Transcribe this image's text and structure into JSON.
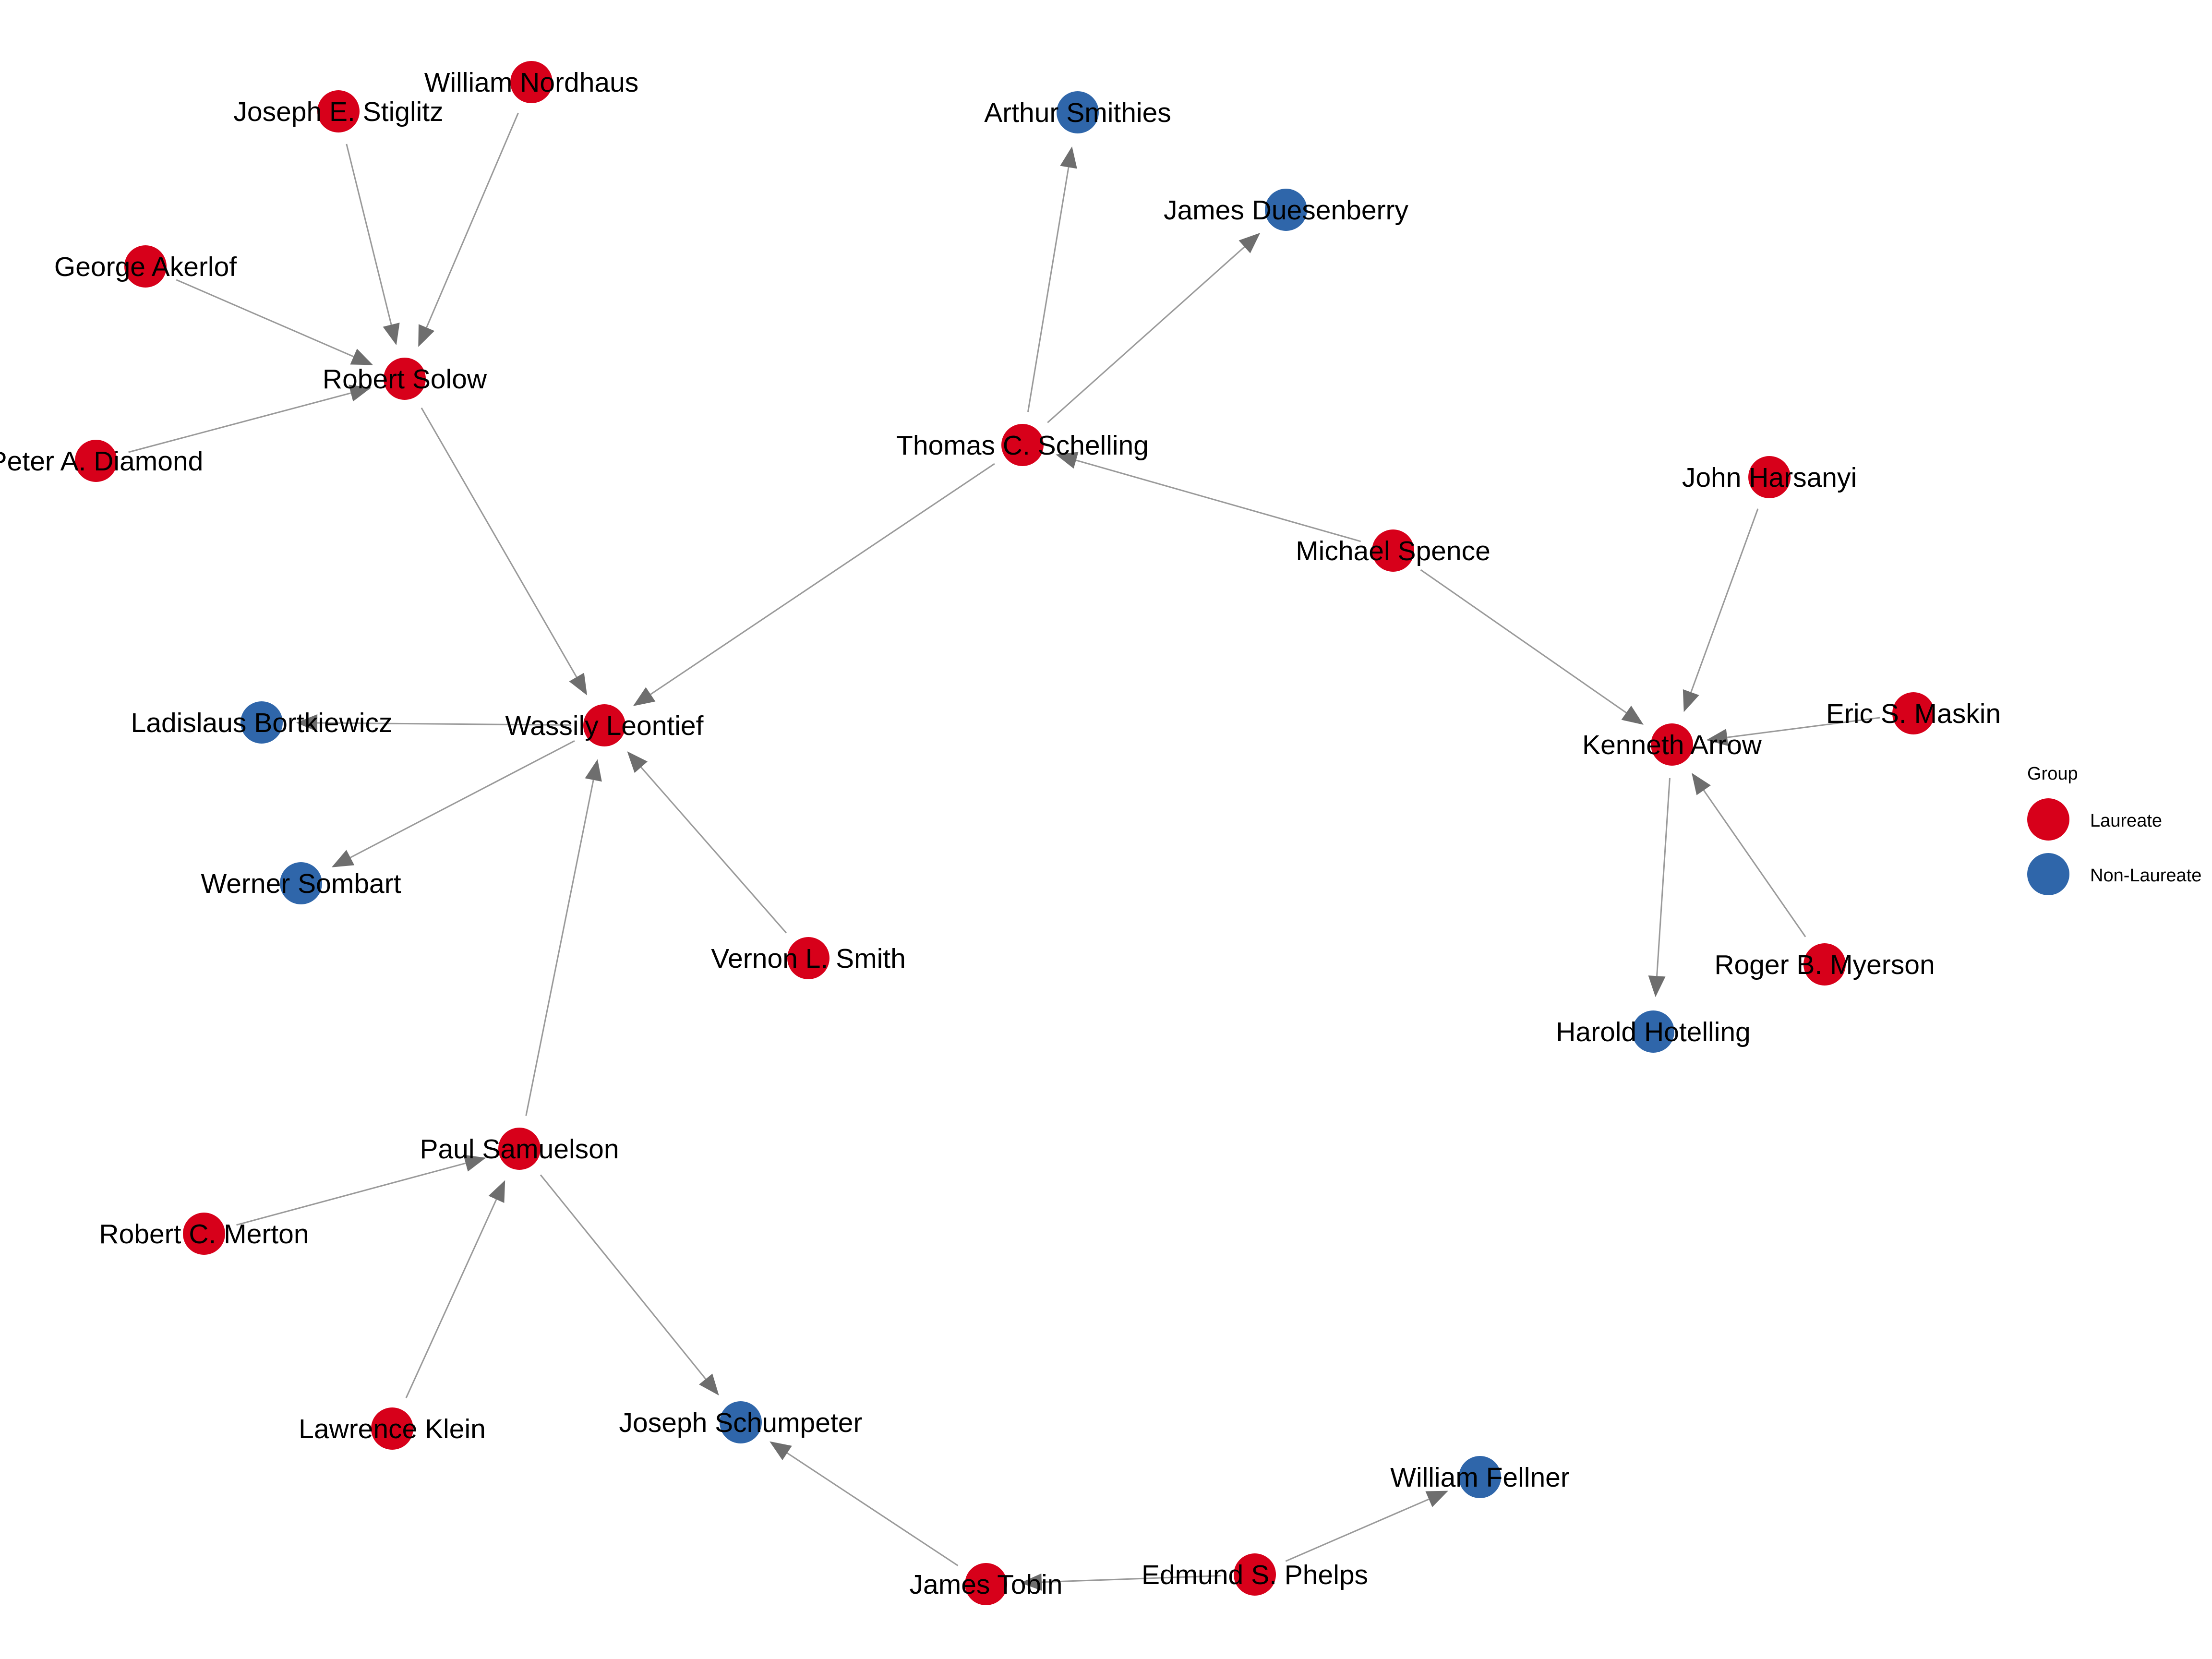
{
  "legend": {
    "title": "Group",
    "items": [
      {
        "key": "laureate",
        "label": "Laureate",
        "color": "#d7001a"
      },
      {
        "key": "non_laureate",
        "label": "Non-Laureate",
        "color": "#2f66aa"
      }
    ]
  },
  "edge_color": "#9a9a9a",
  "arrow_color": "#6e6e6e",
  "nodes": [
    {
      "id": "stiglitz",
      "label": "Joseph E. Stiglitz",
      "group": "laureate"
    },
    {
      "id": "nordhaus",
      "label": "William Nordhaus",
      "group": "laureate"
    },
    {
      "id": "akerlof",
      "label": "George Akerlof",
      "group": "laureate"
    },
    {
      "id": "solow",
      "label": "Robert Solow",
      "group": "laureate"
    },
    {
      "id": "diamond",
      "label": "Peter A. Diamond",
      "group": "laureate"
    },
    {
      "id": "smithies",
      "label": "Arthur Smithies",
      "group": "non_laureate"
    },
    {
      "id": "duesenberry",
      "label": "James Duesenberry",
      "group": "non_laureate"
    },
    {
      "id": "schelling",
      "label": "Thomas C. Schelling",
      "group": "laureate"
    },
    {
      "id": "harsanyi",
      "label": "John Harsanyi",
      "group": "laureate"
    },
    {
      "id": "spence",
      "label": "Michael Spence",
      "group": "laureate"
    },
    {
      "id": "leontief",
      "label": "Wassily Leontief",
      "group": "laureate"
    },
    {
      "id": "bortkiewicz",
      "label": "Ladislaus Bortkiewicz",
      "group": "non_laureate"
    },
    {
      "id": "maskin",
      "label": "Eric S. Maskin",
      "group": "laureate"
    },
    {
      "id": "arrow",
      "label": "Kenneth Arrow",
      "group": "laureate"
    },
    {
      "id": "sombart",
      "label": "Werner Sombart",
      "group": "non_laureate"
    },
    {
      "id": "vsmith",
      "label": "Vernon L. Smith",
      "group": "laureate"
    },
    {
      "id": "myerson",
      "label": "Roger B. Myerson",
      "group": "laureate"
    },
    {
      "id": "hotelling",
      "label": "Harold Hotelling",
      "group": "non_laureate"
    },
    {
      "id": "samuelson",
      "label": "Paul Samuelson",
      "group": "laureate"
    },
    {
      "id": "merton",
      "label": "Robert C. Merton",
      "group": "laureate"
    },
    {
      "id": "klein",
      "label": "Lawrence Klein",
      "group": "laureate"
    },
    {
      "id": "schumpeter",
      "label": "Joseph Schumpeter",
      "group": "non_laureate"
    },
    {
      "id": "fellner",
      "label": "William Fellner",
      "group": "non_laureate"
    },
    {
      "id": "tobin",
      "label": "James Tobin",
      "group": "laureate"
    },
    {
      "id": "phelps",
      "label": "Edmund S. Phelps",
      "group": "laureate"
    }
  ],
  "edges": [
    {
      "from": "stiglitz",
      "to": "solow"
    },
    {
      "from": "nordhaus",
      "to": "solow"
    },
    {
      "from": "akerlof",
      "to": "solow"
    },
    {
      "from": "diamond",
      "to": "solow"
    },
    {
      "from": "solow",
      "to": "leontief"
    },
    {
      "from": "schelling",
      "to": "smithies"
    },
    {
      "from": "schelling",
      "to": "duesenberry"
    },
    {
      "from": "schelling",
      "to": "leontief"
    },
    {
      "from": "spence",
      "to": "schelling"
    },
    {
      "from": "spence",
      "to": "arrow"
    },
    {
      "from": "harsanyi",
      "to": "arrow"
    },
    {
      "from": "maskin",
      "to": "arrow"
    },
    {
      "from": "myerson",
      "to": "arrow"
    },
    {
      "from": "arrow",
      "to": "hotelling"
    },
    {
      "from": "leontief",
      "to": "bortkiewicz"
    },
    {
      "from": "leontief",
      "to": "sombart"
    },
    {
      "from": "vsmith",
      "to": "leontief"
    },
    {
      "from": "samuelson",
      "to": "leontief"
    },
    {
      "from": "merton",
      "to": "samuelson"
    },
    {
      "from": "klein",
      "to": "samuelson"
    },
    {
      "from": "samuelson",
      "to": "schumpeter"
    },
    {
      "from": "tobin",
      "to": "schumpeter"
    },
    {
      "from": "phelps",
      "to": "tobin"
    },
    {
      "from": "phelps",
      "to": "fellner"
    }
  ]
}
